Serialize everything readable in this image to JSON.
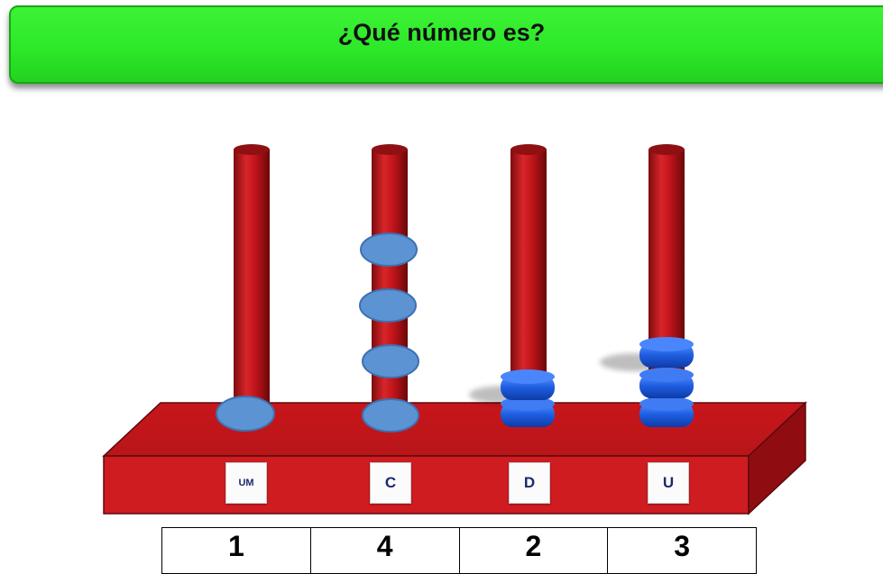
{
  "banner": {
    "title": "¿Qué número es?"
  },
  "abacus": {
    "places": [
      {
        "label": "UM",
        "beads": 1,
        "digit": "1"
      },
      {
        "label": "C",
        "beads": 4,
        "digit": "4"
      },
      {
        "label": "D",
        "beads": 2,
        "digit": "2"
      },
      {
        "label": "U",
        "beads": 3,
        "digit": "3"
      }
    ],
    "colors": {
      "rod": "#c0141a",
      "base": "#c41a1e",
      "oval_bead": "#5b93d3",
      "disc_bead": "#1e5ee0",
      "banner": "#2ee82a"
    }
  }
}
